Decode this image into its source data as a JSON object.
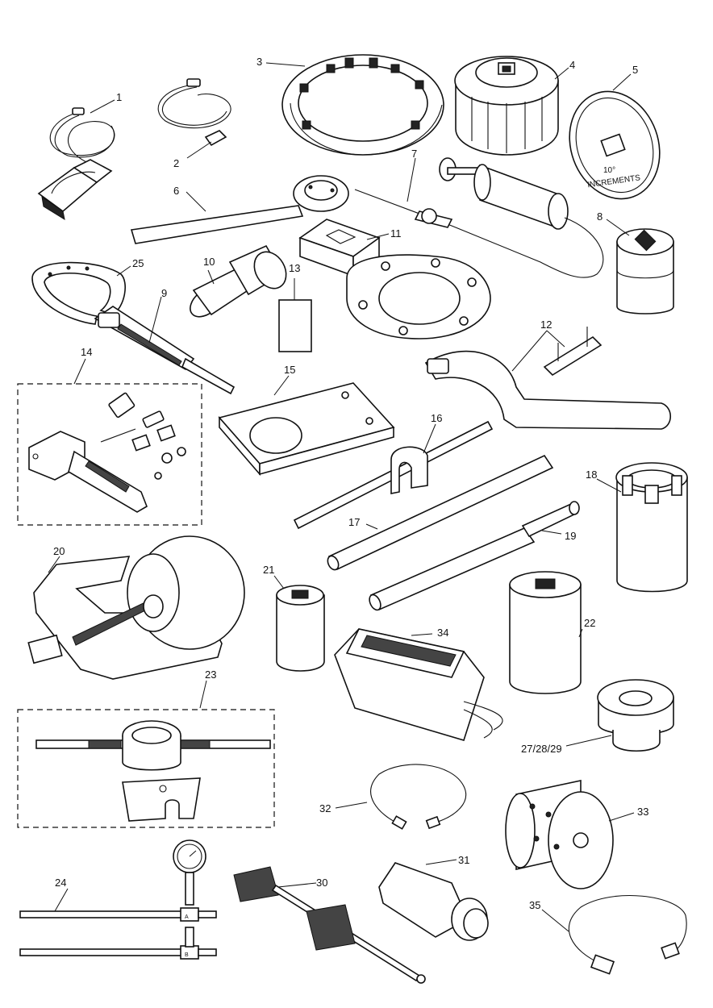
{
  "diagram": {
    "callouts": [
      {
        "id": "c1",
        "text": "1"
      },
      {
        "id": "c2",
        "text": "2"
      },
      {
        "id": "c3",
        "text": "3"
      },
      {
        "id": "c4",
        "text": "4"
      },
      {
        "id": "c5",
        "text": "5"
      },
      {
        "id": "c6",
        "text": "6"
      },
      {
        "id": "c7",
        "text": "7"
      },
      {
        "id": "c8",
        "text": "8"
      },
      {
        "id": "c9",
        "text": "9"
      },
      {
        "id": "c10",
        "text": "10"
      },
      {
        "id": "c11",
        "text": "11"
      },
      {
        "id": "c12",
        "text": "12"
      },
      {
        "id": "c13",
        "text": "13"
      },
      {
        "id": "c14",
        "text": "14"
      },
      {
        "id": "c15",
        "text": "15"
      },
      {
        "id": "c16",
        "text": "16"
      },
      {
        "id": "c17",
        "text": "17"
      },
      {
        "id": "c18",
        "text": "18"
      },
      {
        "id": "c19",
        "text": "19"
      },
      {
        "id": "c20",
        "text": "20"
      },
      {
        "id": "c21",
        "text": "21"
      },
      {
        "id": "c22",
        "text": "22"
      },
      {
        "id": "c23",
        "text": "23"
      },
      {
        "id": "c24",
        "text": "24"
      },
      {
        "id": "c25",
        "text": "25"
      },
      {
        "id": "c272829",
        "text": "27/28/29"
      },
      {
        "id": "c30",
        "text": "30"
      },
      {
        "id": "c31",
        "text": "31"
      },
      {
        "id": "c32",
        "text": "32"
      },
      {
        "id": "c33",
        "text": "33"
      },
      {
        "id": "c34",
        "text": "34"
      },
      {
        "id": "c35",
        "text": "35"
      }
    ],
    "protractor_text_1": "10°",
    "protractor_text_2": "INCREMENTS",
    "hose_label_a": "A",
    "hose_label_b": "B"
  }
}
